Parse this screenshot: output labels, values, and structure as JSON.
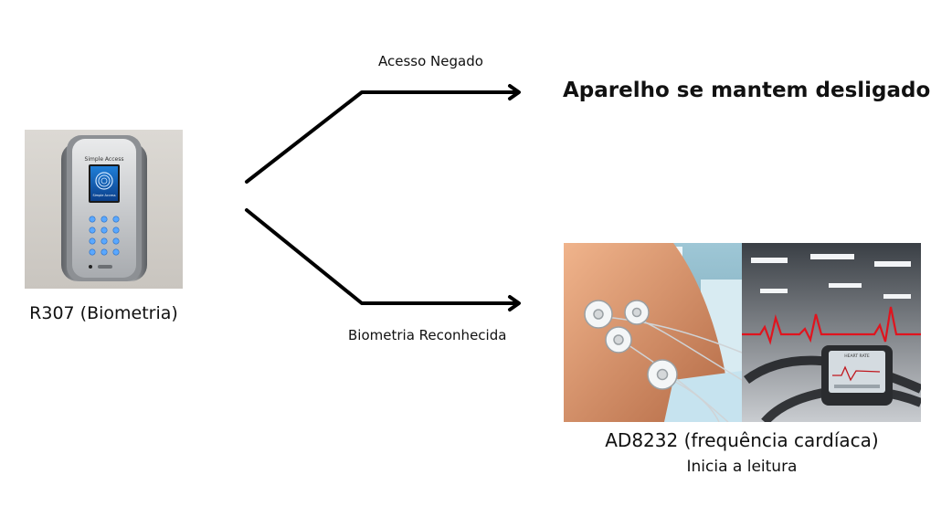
{
  "device": {
    "caption": "R307 (Biometria)",
    "screen_brand": "Simple Access",
    "screen_text": "Simple Access"
  },
  "branches": {
    "denied_label": "Acesso Negado",
    "recognized_label": "Biometria Reconhecida"
  },
  "results": {
    "denied_outcome": "Aparelho se mantem desligado",
    "recognized_caption": "AD8232 (frequência cardíaca)",
    "recognized_subcaption": "Inicia a leitura"
  },
  "monitor": {
    "header_text": "HEART RATE"
  },
  "colors": {
    "arrow": "#000000",
    "keypad_glow": "#4aa3ff",
    "ecg_trace": "#e0141e"
  }
}
